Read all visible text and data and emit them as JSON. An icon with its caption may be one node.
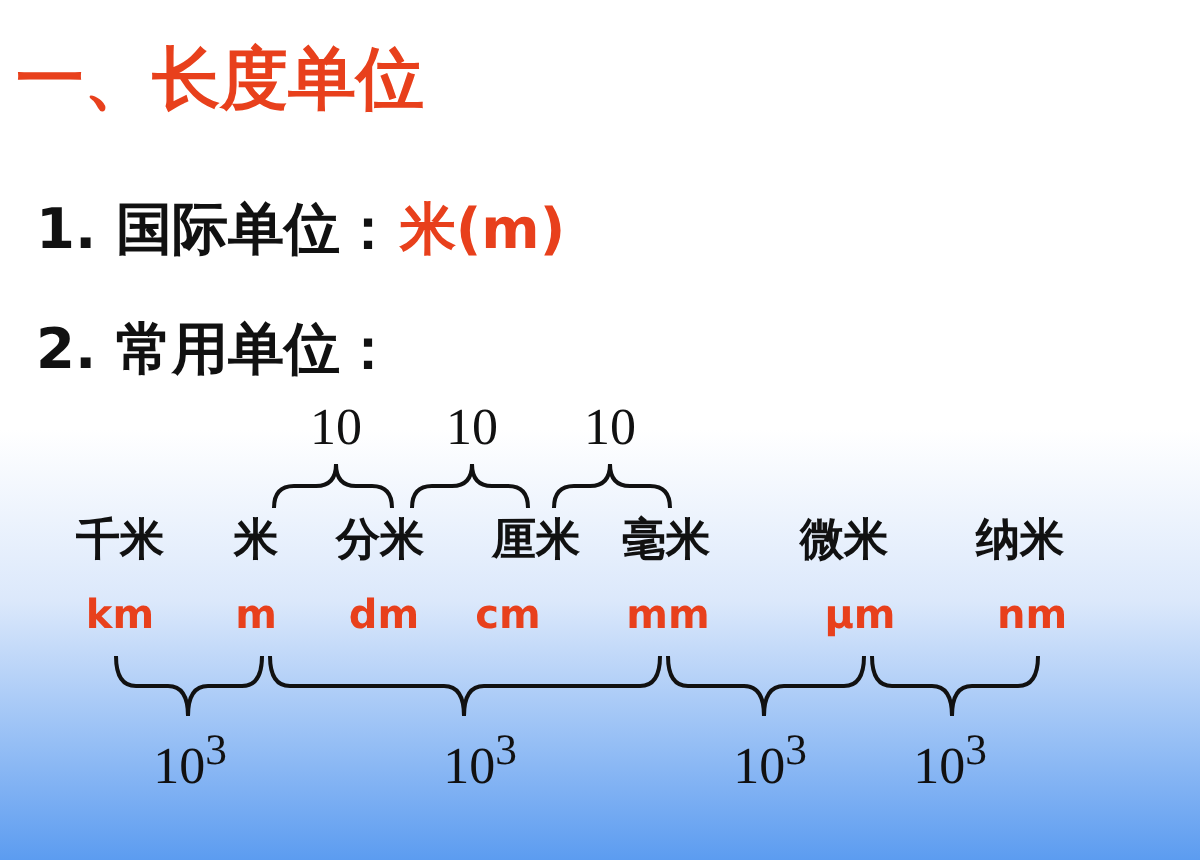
{
  "diagram": {
    "title": "一、长度单位",
    "labels": [
      "1. 国际单位：",
      "米(m)",
      "2. 常用单位：",
      "10",
      "10",
      "10",
      "千米",
      "米",
      "分米",
      "厘米",
      "毫米",
      "微米",
      "纳米",
      "km",
      "m",
      "dm",
      "cm",
      "mm",
      "μm",
      "nm",
      "10$^{3}$",
      "10$^{3}$",
      "10$^{3}$",
      "10$^{3}$"
    ]
  }
}
